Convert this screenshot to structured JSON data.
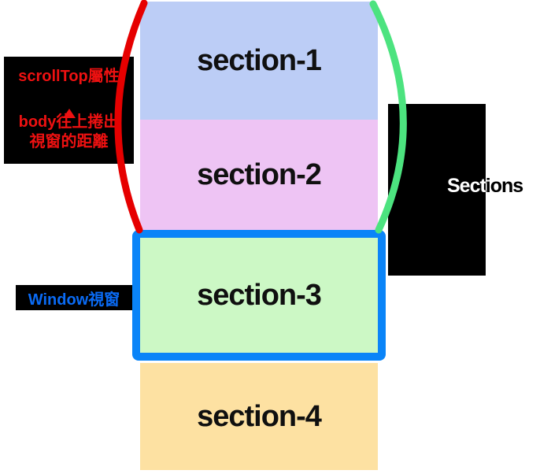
{
  "diagram": {
    "title_context": "scrollTop scrolling diagram",
    "sections": [
      {
        "label": "section-1",
        "color": "#bccdf6"
      },
      {
        "label": "section-2",
        "color": "#eec4f4"
      },
      {
        "label": "section-3",
        "color": "#ccf8c5"
      },
      {
        "label": "section-4",
        "color": "#fde1a2"
      }
    ],
    "scrolltop_annotation": {
      "title": "scrollTop屬性",
      "desc_line1": "body往上捲出",
      "desc_line2": "視窗的距離",
      "text_color": "#ee1111",
      "bg_color": "#000000",
      "arrow_icon": "up-arrow"
    },
    "window_annotation": {
      "label": "Window視窗",
      "text_color": "#0a6bf5",
      "bg_color": "#000000"
    },
    "sections_annotation": {
      "label": "Sections",
      "bg_color": "#000000"
    },
    "colors": {
      "window_border": "#0a84f8",
      "left_curve": "#e60000",
      "right_curve": "#4ce37f",
      "background": "#ffffff"
    }
  }
}
